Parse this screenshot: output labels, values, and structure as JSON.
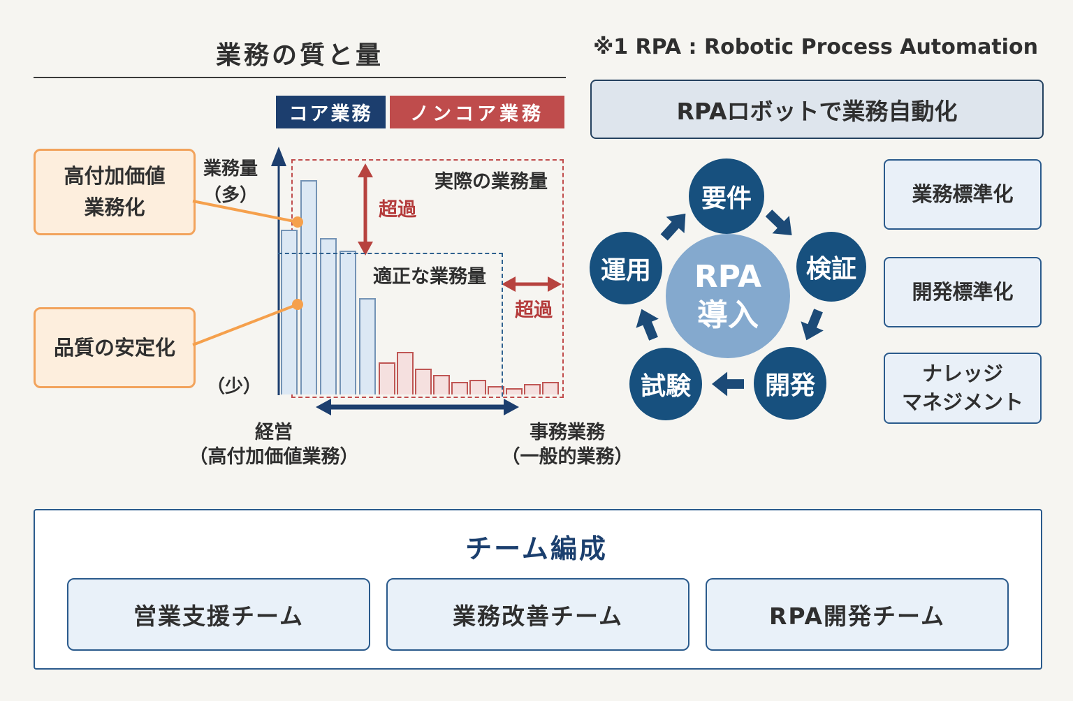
{
  "note": "※1 RPA : Robotic Process Automation",
  "chart_section": {
    "title": "業務の質と量",
    "legend": {
      "core": "コア業務",
      "noncore": "ノンコア業務"
    },
    "y_axis": {
      "top": "業務量\n（多）",
      "bottom": "（少）"
    },
    "callouts": {
      "high_value": "高付加価値\n業務化",
      "quality": "品質の安定化"
    },
    "annotations": {
      "actual": "実際の業務量",
      "appropriate": "適正な業務量",
      "excess_vertical": "超過",
      "excess_horizontal": "超過"
    },
    "x_axis": {
      "left": "経営\n（高付加価値業務）",
      "right": "事務業務\n（一般的業務）"
    }
  },
  "chart_data": {
    "type": "bar",
    "title": "業務の質と量",
    "ylabel": "業務量（多→少）",
    "xlabel": "経営（高付加価値業務）〜 事務業務（一般的業務）",
    "ylim": [
      0,
      100
    ],
    "grid": false,
    "legend_position": "top",
    "series": [
      {
        "name": "コア業務",
        "values": [
          77,
          100,
          73,
          67,
          45
        ]
      },
      {
        "name": "ノンコア業務",
        "values": [
          15,
          20,
          12,
          9,
          6,
          7,
          4,
          3,
          5,
          6
        ]
      }
    ],
    "annotations": [
      "実際の業務量",
      "適正な業務量",
      "超過（縦）",
      "超過（横）"
    ]
  },
  "rpa_section": {
    "header": "RPAロボットで業務自動化",
    "center": "RPA\n導入",
    "cycle": [
      "要件",
      "検証",
      "開発",
      "試験",
      "運用"
    ],
    "side_boxes": [
      "業務標準化",
      "開発標準化",
      "ナレッジ\nマネジメント"
    ]
  },
  "team_section": {
    "title": "チーム編成",
    "teams": [
      "営業支援チーム",
      "業務改善チーム",
      "RPA開発チーム"
    ]
  },
  "colors": {
    "navy": "#1c3e6e",
    "circle_navy": "#17507e",
    "center_blue": "#84a9ce",
    "red": "#c04c4c",
    "orange": "#f2a35c",
    "light_blue_fill": "#e9f0f8",
    "bar_blue_fill": "#dce8f4",
    "bar_pink_fill": "#f5e0df",
    "background": "#f6f5f1"
  }
}
